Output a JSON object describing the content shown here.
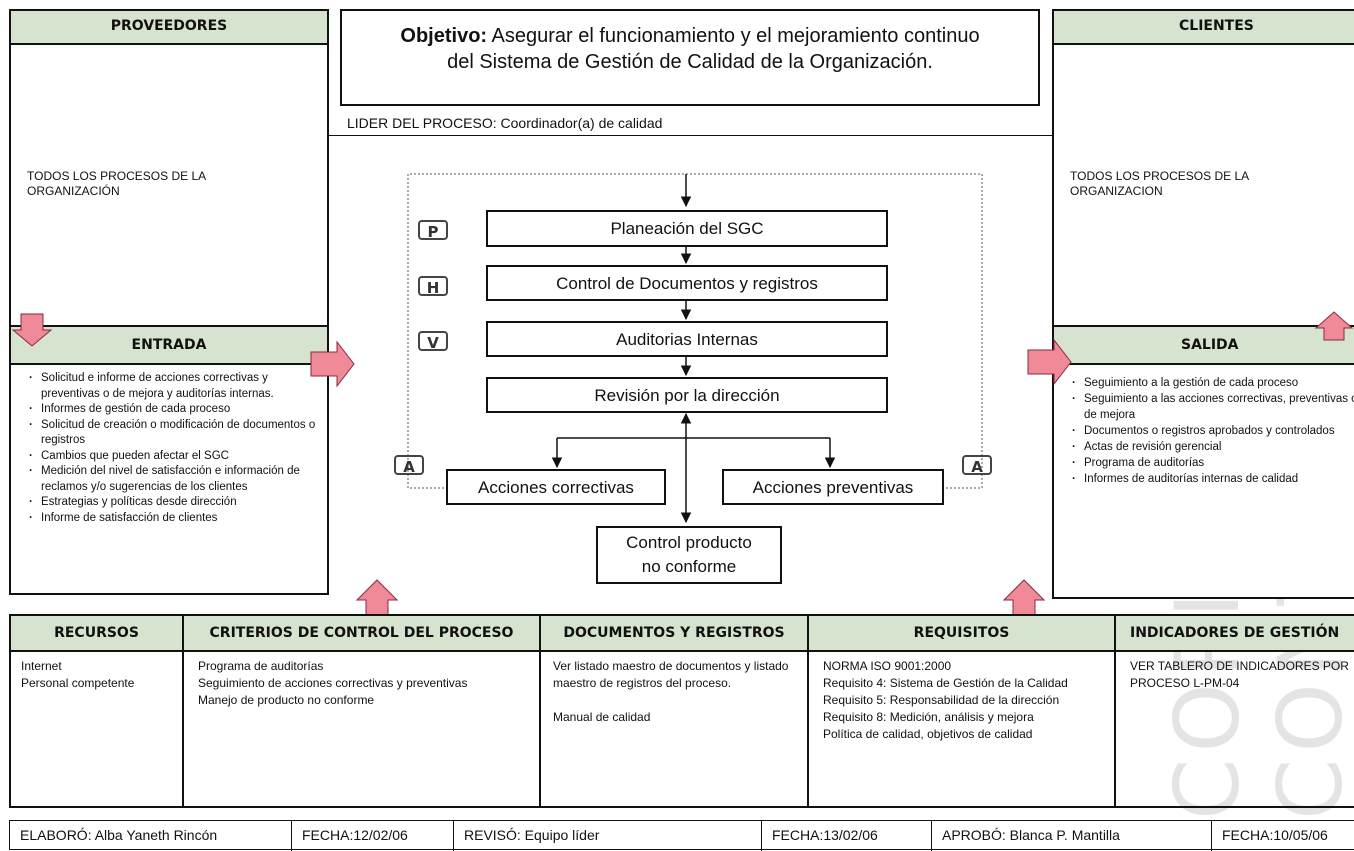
{
  "objective": {
    "label": "Objetivo:",
    "text": "Asegurar el funcionamiento y el mejoramiento continuo",
    "text2": "del Sistema de Gestión de Calidad de la Organización."
  },
  "leader": "LIDER DEL PROCESO: Coordinador(a) de calidad",
  "proveedores": {
    "title": "PROVEEDORES",
    "text": "TODOS LOS PROCESOS DE LA ORGANIZACIÓN"
  },
  "clientes": {
    "title": "CLIENTES",
    "text": "TODOS LOS PROCESOS DE LA ORGANIZACION"
  },
  "entrada": {
    "title": "ENTRADA",
    "items": [
      "Solicitud e informe de acciones correctivas y preventivas o de mejora y auditorías internas.",
      "Informes de gestión de cada proceso",
      "Solicitud de creación o modificación de documentos o registros",
      "Cambios que pueden afectar el SGC",
      "Medición del nivel de satisfacción e información de reclamos y/o sugerencias de los clientes",
      "Estrategias y políticas desde dirección",
      "Informe de satisfacción de clientes"
    ]
  },
  "salida": {
    "title": "SALIDA",
    "items": [
      "Seguimiento a la gestión de cada proceso",
      "Seguimiento a las acciones correctivas, preventivas o de mejora",
      "Documentos o registros aprobados y controlados",
      "Actas de revisión gerencial",
      "Programa de auditorías",
      "Informes de auditorías internas de calidad"
    ]
  },
  "phva": {
    "p": "P",
    "h": "H",
    "v": "V",
    "a": "A"
  },
  "process": {
    "planeacion": "Planeación del SGC",
    "control_docs": "Control de Documentos y registros",
    "auditorias": "Auditorias Internas",
    "revision": "Revisión por la dirección",
    "correctivas": "Acciones correctivas",
    "preventivas": "Acciones preventivas",
    "producto_l1": "Control producto",
    "producto_l2": "no conforme"
  },
  "bottom": {
    "recursos": {
      "title": "RECURSOS",
      "lines": [
        "Internet",
        "Personal competente"
      ]
    },
    "criterios": {
      "title": "CRITERIOS DE CONTROL DEL PROCESO",
      "lines": [
        "Programa de auditorías",
        "Seguimiento de acciones correctivas y preventivas",
        "Manejo de producto no conforme"
      ]
    },
    "documentos": {
      "title": "DOCUMENTOS Y REGISTROS",
      "lines": [
        "Ver listado maestro de documentos y listado maestro de registros del proceso.",
        "",
        "Manual de calidad"
      ]
    },
    "requisitos": {
      "title": "REQUISITOS",
      "lines": [
        "NORMA ISO 9001:2000",
        "Requisito 4: Sistema de Gestión de la Calidad",
        "Requisito 5: Responsabilidad de la dirección",
        "Requisito 8: Medición, análisis y mejora",
        "Política de calidad, objetivos de calidad"
      ]
    },
    "indicadores": {
      "title": "INDICADORES DE GESTIÓN",
      "lines": [
        "VER TABLERO DE INDICADORES POR PROCESO L-PM-04"
      ]
    }
  },
  "footer": {
    "elaboro": "ELABORÓ: Alba Yaneth Rincón",
    "fecha1": "FECHA:12/02/06",
    "reviso": "REVISÓ: Equipo líder",
    "fecha2": "FECHA:13/02/06",
    "aprobo": "APROBÓ: Blanca P. Mantilla",
    "fecha3": "FECHA:10/05/06"
  },
  "watermark": "COPIA NO CONTROLADA",
  "colors": {
    "header_bg": "#d5e3cf",
    "arrow_fill": "#f08a99"
  }
}
